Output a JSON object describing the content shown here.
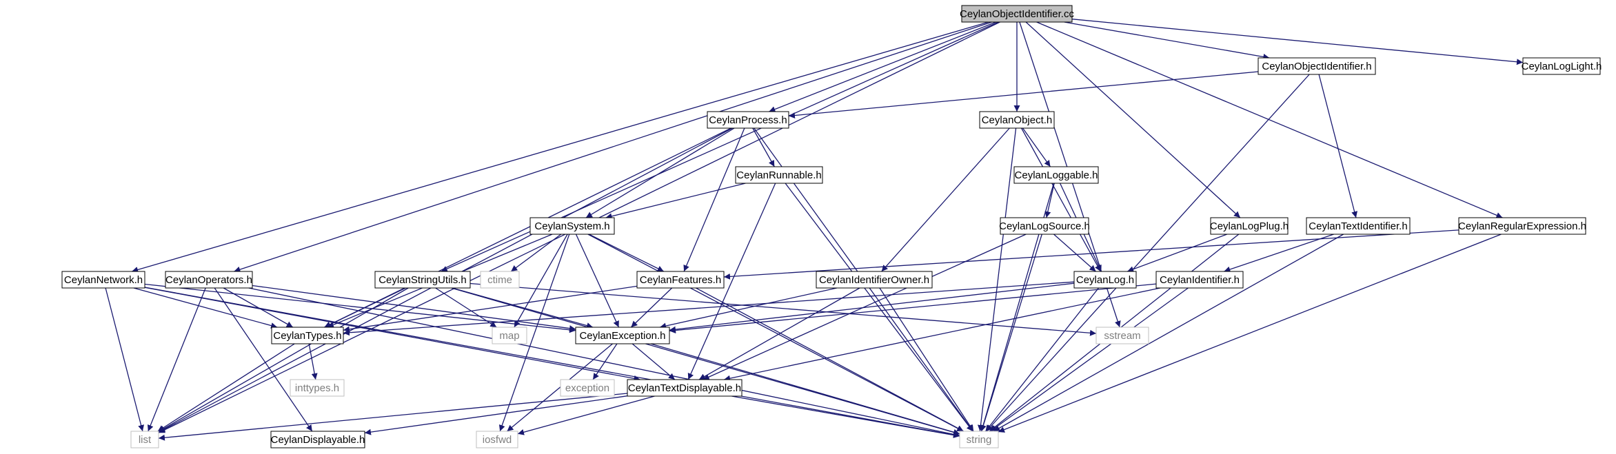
{
  "colors": {
    "edge": "#191970",
    "node_border": "#000000",
    "system_border": "#bfbfbf",
    "system_text": "#7f7f7f",
    "root_fill": "#bfbfbf"
  },
  "nodes": [
    {
      "id": "root",
      "label": "CeylanObjectIdentifier.cc",
      "kind": "root"
    },
    {
      "id": "objid_h",
      "label": "CeylanObjectIdentifier.h",
      "kind": "header"
    },
    {
      "id": "loglight",
      "label": "CeylanLogLight.h",
      "kind": "header"
    },
    {
      "id": "process",
      "label": "CeylanProcess.h",
      "kind": "header"
    },
    {
      "id": "object",
      "label": "CeylanObject.h",
      "kind": "header"
    },
    {
      "id": "runnable",
      "label": "CeylanRunnable.h",
      "kind": "header"
    },
    {
      "id": "loggable",
      "label": "CeylanLoggable.h",
      "kind": "header"
    },
    {
      "id": "system",
      "label": "CeylanSystem.h",
      "kind": "header"
    },
    {
      "id": "logsource",
      "label": "CeylanLogSource.h",
      "kind": "header"
    },
    {
      "id": "logplug",
      "label": "CeylanLogPlug.h",
      "kind": "header"
    },
    {
      "id": "textid",
      "label": "CeylanTextIdentifier.h",
      "kind": "header"
    },
    {
      "id": "regex",
      "label": "CeylanRegularExpression.h",
      "kind": "header"
    },
    {
      "id": "network",
      "label": "CeylanNetwork.h",
      "kind": "header"
    },
    {
      "id": "operators",
      "label": "CeylanOperators.h",
      "kind": "header"
    },
    {
      "id": "stringutils",
      "label": "CeylanStringUtils.h",
      "kind": "header"
    },
    {
      "id": "ctime",
      "label": "ctime",
      "kind": "system"
    },
    {
      "id": "features",
      "label": "CeylanFeatures.h",
      "kind": "header"
    },
    {
      "id": "idowner",
      "label": "CeylanIdentifierOwner.h",
      "kind": "header"
    },
    {
      "id": "log",
      "label": "CeylanLog.h",
      "kind": "header"
    },
    {
      "id": "identifier",
      "label": "CeylanIdentifier.h",
      "kind": "header"
    },
    {
      "id": "types",
      "label": "CeylanTypes.h",
      "kind": "header"
    },
    {
      "id": "map",
      "label": "map",
      "kind": "system"
    },
    {
      "id": "exception_h",
      "label": "CeylanException.h",
      "kind": "header"
    },
    {
      "id": "sstream",
      "label": "sstream",
      "kind": "system"
    },
    {
      "id": "inttypes",
      "label": "inttypes.h",
      "kind": "system"
    },
    {
      "id": "exception",
      "label": "exception",
      "kind": "system"
    },
    {
      "id": "textdisp",
      "label": "CeylanTextDisplayable.h",
      "kind": "header"
    },
    {
      "id": "list",
      "label": "list",
      "kind": "system"
    },
    {
      "id": "displayable",
      "label": "CeylanDisplayable.h",
      "kind": "header"
    },
    {
      "id": "iosfwd",
      "label": "iosfwd",
      "kind": "system"
    },
    {
      "id": "string",
      "label": "string",
      "kind": "system"
    }
  ],
  "edges": [
    [
      "root",
      "objid_h"
    ],
    [
      "root",
      "loglight"
    ],
    [
      "root",
      "process"
    ],
    [
      "root",
      "object"
    ],
    [
      "root",
      "logplug"
    ],
    [
      "root",
      "regex"
    ],
    [
      "root",
      "network"
    ],
    [
      "root",
      "operators"
    ],
    [
      "root",
      "stringutils"
    ],
    [
      "root",
      "list"
    ],
    [
      "root",
      "sstream"
    ],
    [
      "objid_h",
      "process"
    ],
    [
      "objid_h",
      "textid"
    ],
    [
      "objid_h",
      "string"
    ],
    [
      "process",
      "runnable"
    ],
    [
      "process",
      "system"
    ],
    [
      "process",
      "features"
    ],
    [
      "process",
      "types"
    ],
    [
      "process",
      "list"
    ],
    [
      "process",
      "string"
    ],
    [
      "object",
      "loggable"
    ],
    [
      "object",
      "idowner"
    ],
    [
      "object",
      "log"
    ],
    [
      "object",
      "string"
    ],
    [
      "runnable",
      "system"
    ],
    [
      "runnable",
      "textdisp"
    ],
    [
      "runnable",
      "string"
    ],
    [
      "loggable",
      "logsource"
    ],
    [
      "loggable",
      "log"
    ],
    [
      "loggable",
      "string"
    ],
    [
      "system",
      "ctime"
    ],
    [
      "system",
      "features"
    ],
    [
      "system",
      "types"
    ],
    [
      "system",
      "map"
    ],
    [
      "system",
      "exception_h"
    ],
    [
      "system",
      "iosfwd"
    ],
    [
      "system",
      "string"
    ],
    [
      "logsource",
      "log"
    ],
    [
      "logsource",
      "textdisp"
    ],
    [
      "logsource",
      "string"
    ],
    [
      "logplug",
      "log"
    ],
    [
      "logplug",
      "string"
    ],
    [
      "textid",
      "identifier"
    ],
    [
      "textid",
      "string"
    ],
    [
      "regex",
      "features"
    ],
    [
      "regex",
      "string"
    ],
    [
      "network",
      "types"
    ],
    [
      "network",
      "exception_h"
    ],
    [
      "network",
      "textdisp"
    ],
    [
      "network",
      "list"
    ],
    [
      "network",
      "string"
    ],
    [
      "operators",
      "types"
    ],
    [
      "operators",
      "exception_h"
    ],
    [
      "operators",
      "list"
    ],
    [
      "operators",
      "displayable"
    ],
    [
      "operators",
      "string"
    ],
    [
      "stringutils",
      "types"
    ],
    [
      "stringutils",
      "map"
    ],
    [
      "stringutils",
      "exception_h"
    ],
    [
      "stringutils",
      "list"
    ],
    [
      "stringutils",
      "sstream"
    ],
    [
      "stringutils",
      "string"
    ],
    [
      "features",
      "types"
    ],
    [
      "features",
      "exception_h"
    ],
    [
      "features",
      "string"
    ],
    [
      "idowner",
      "exception_h"
    ],
    [
      "idowner",
      "textdisp"
    ],
    [
      "idowner",
      "string"
    ],
    [
      "log",
      "types"
    ],
    [
      "log",
      "exception_h"
    ],
    [
      "log",
      "string"
    ],
    [
      "identifier",
      "textdisp"
    ],
    [
      "identifier",
      "exception_h"
    ],
    [
      "identifier",
      "string"
    ],
    [
      "types",
      "inttypes"
    ],
    [
      "types",
      "list"
    ],
    [
      "exception_h",
      "exception"
    ],
    [
      "exception_h",
      "textdisp"
    ],
    [
      "exception_h",
      "iosfwd"
    ],
    [
      "exception_h",
      "string"
    ],
    [
      "textdisp",
      "list"
    ],
    [
      "textdisp",
      "displayable"
    ],
    [
      "textdisp",
      "iosfwd"
    ],
    [
      "textdisp",
      "string"
    ]
  ]
}
